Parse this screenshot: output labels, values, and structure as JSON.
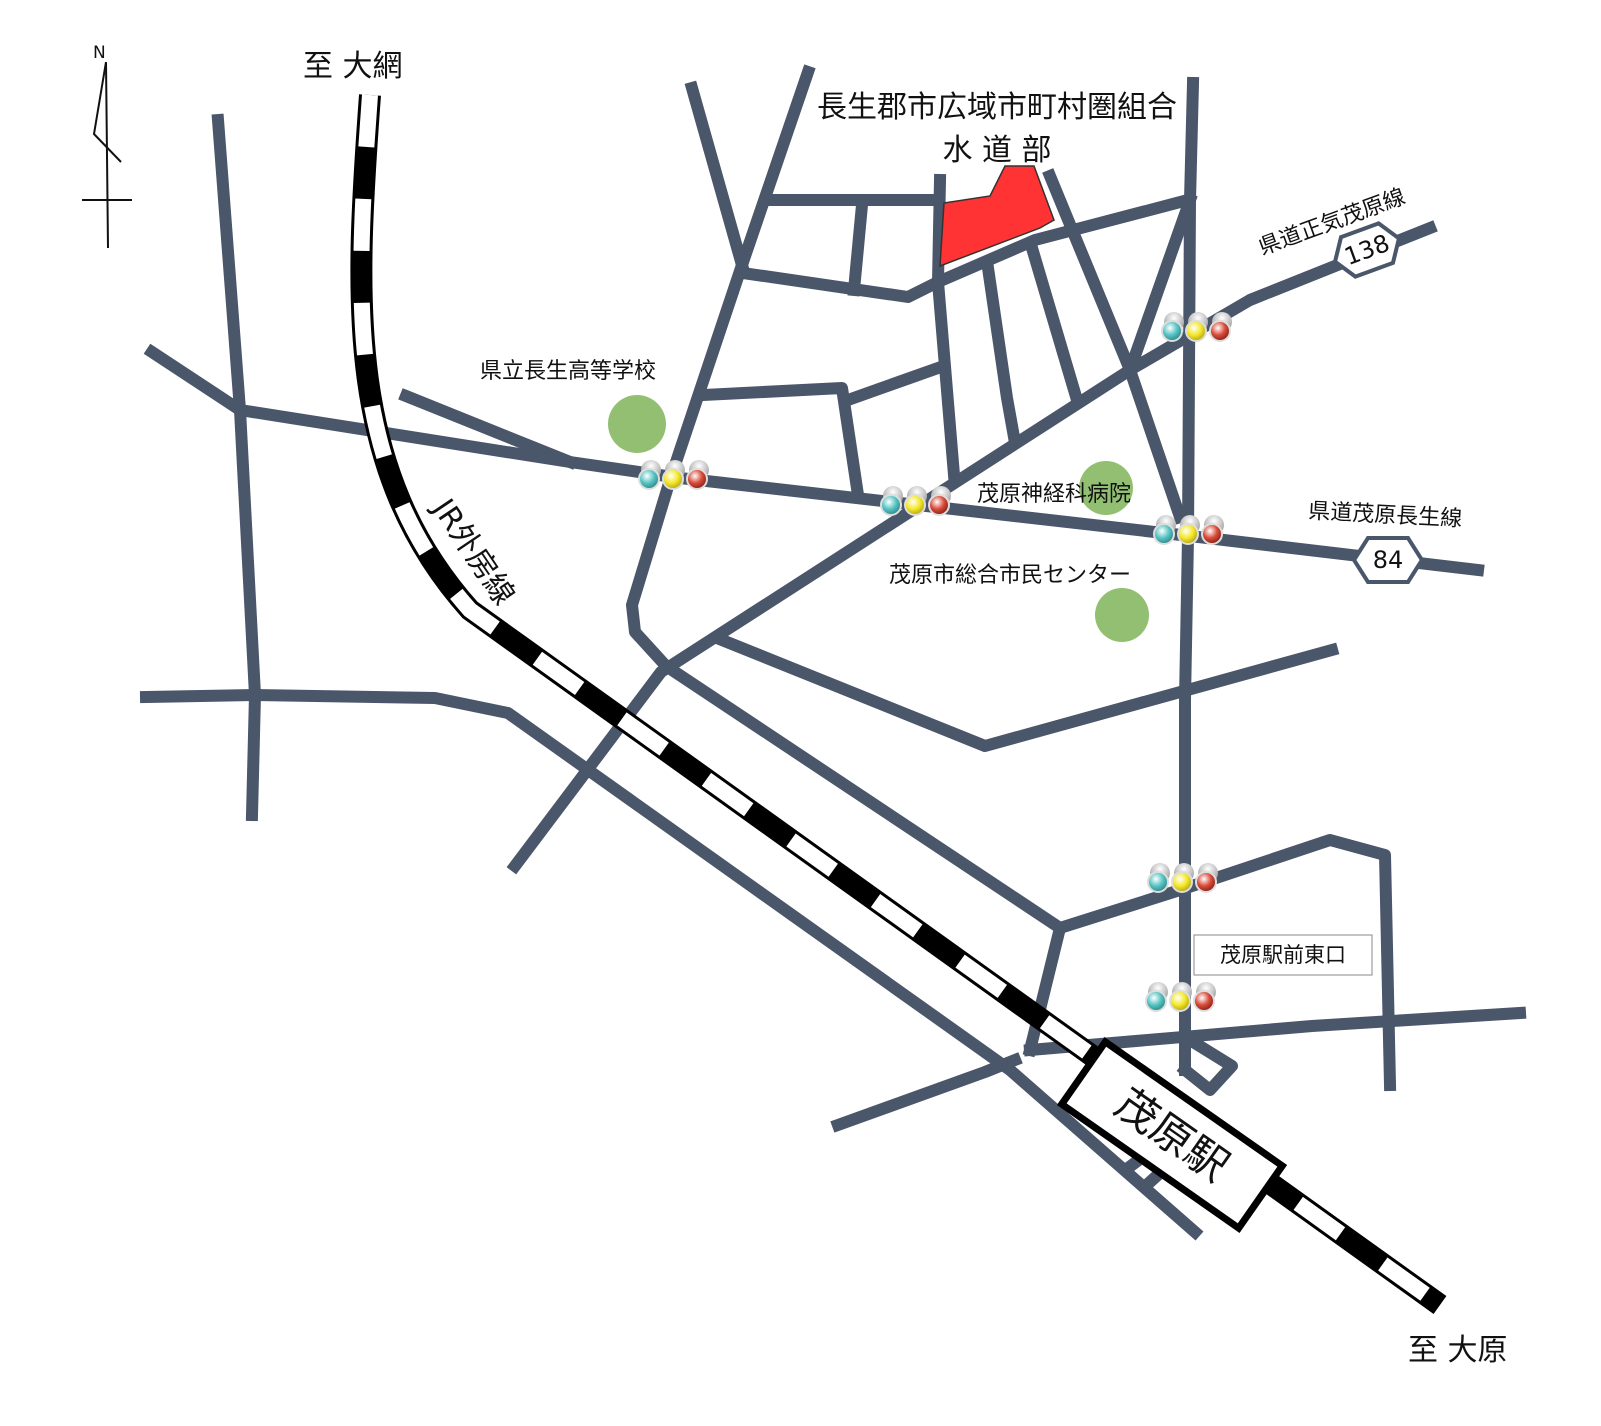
{
  "compass": {
    "north_label": "N"
  },
  "destinations": {
    "north": "至 大網",
    "south": "至 大原"
  },
  "office": {
    "name_line1": "長生郡市広域市町村圏組合",
    "name_line2": "水 道 部",
    "color": "#ff3333"
  },
  "railway": {
    "name": "JR外房線",
    "station": "茂原駅"
  },
  "routes": [
    {
      "name": "県道正気茂原線",
      "number": "138"
    },
    {
      "name": "県道茂原長生線",
      "number": "84"
    }
  ],
  "landmarks": {
    "school": "県立長生高等学校",
    "hospital": "茂原神経科病院",
    "center": "茂原市総合市民センター",
    "east_exit": "茂原駅前東口",
    "landmark_color": "#93bf72"
  },
  "colors": {
    "road": "#4a566a",
    "signal_red": "#d94b3a",
    "signal_yellow": "#f4e82a",
    "signal_teal": "#58c4c4"
  },
  "icons": {
    "signal": "traffic-signal-icon",
    "landmark": "landmark-dot-icon",
    "compass": "north-arrow-icon"
  }
}
